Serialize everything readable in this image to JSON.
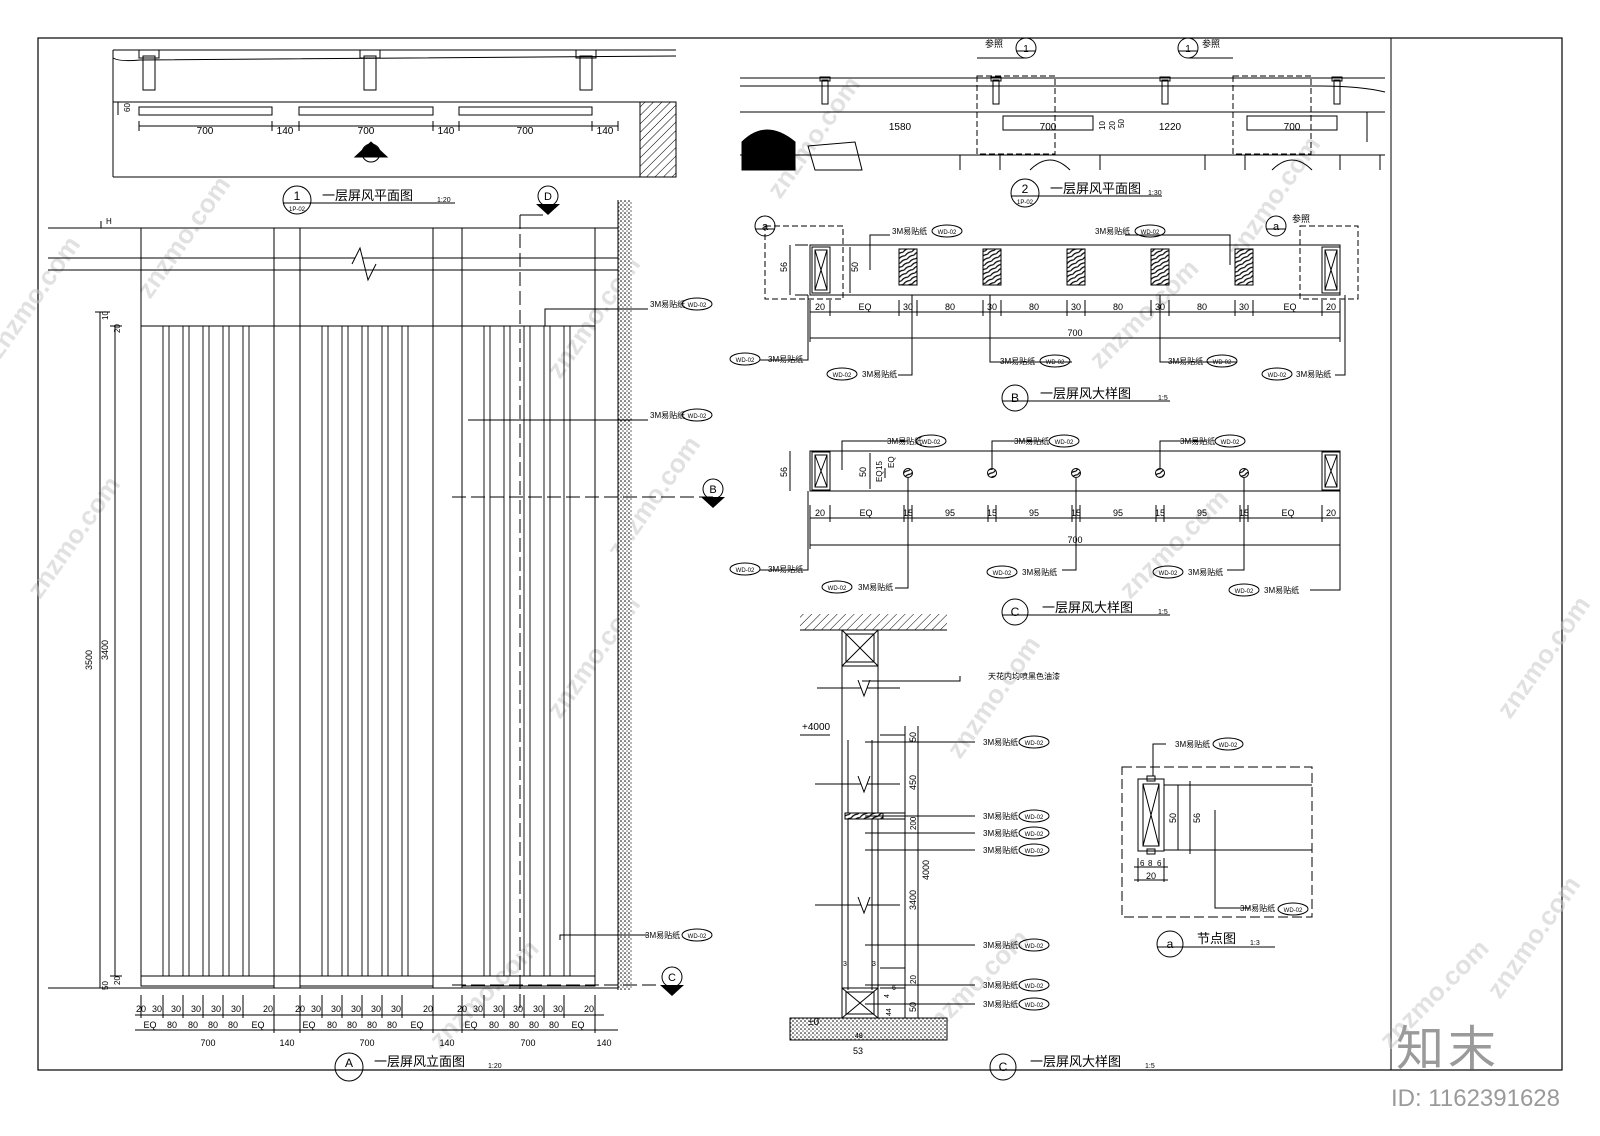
{
  "titles": {
    "plan1": "一层屏风平面图",
    "plan1_num": "1",
    "plan1_ref": "1P-02",
    "plan1_scale": "1:20",
    "plan2": "一层屏风平面图",
    "plan2_num": "2",
    "plan2_ref": "1P-02",
    "plan2_scale": "1:30",
    "elevA": "一层屏风立面图",
    "elevA_tag": "A",
    "elevA_scale": "1:20",
    "detailB": "一层屏风大样图",
    "detailB_tag": "B",
    "detailB_scale": "1:5",
    "detailC1": "一层屏风大样图",
    "detailC1_tag": "C",
    "detailC1_scale": "1:5",
    "detailC2": "一层屏风大样图",
    "detailC2_tag": "C",
    "detailC2_scale": "1:5",
    "node": "节点图",
    "node_tag": "a",
    "node_scale": "1:3"
  },
  "labels": {
    "film": "3M易贴纸",
    "code": "WD-02",
    "ref": "参照",
    "ceiling": "天花内均喷黑色油漆",
    "lvl_top": "+4000",
    "lvl_bot": "±0",
    "h_mark": "H",
    "sec_A": "A",
    "sec_B": "B",
    "sec_C": "C",
    "sec_D": "D",
    "sec_a": "a",
    "one": "1"
  },
  "dims": {
    "plan1": [
      "700",
      "140",
      "700",
      "140",
      "700",
      "140",
      "60"
    ],
    "plan2": [
      "1580",
      "700",
      "1220",
      "700",
      "10",
      "20",
      "50"
    ],
    "detailB_top": [
      "56",
      "50"
    ],
    "detailB": [
      "20",
      "EQ",
      "30",
      "80",
      "30",
      "80",
      "30",
      "80",
      "30",
      "80",
      "30",
      "EQ",
      "20",
      "700"
    ],
    "detailC1_left": [
      "56",
      "50",
      "EQ",
      "15",
      "EQ"
    ],
    "detailC1": [
      "20",
      "EQ",
      "15",
      "95",
      "15",
      "95",
      "15",
      "95",
      "15",
      "95",
      "15",
      "EQ",
      "20",
      "700"
    ],
    "elev_left": [
      "3500",
      "3400",
      "10",
      "20",
      "50",
      "20"
    ],
    "elev_bottom": [
      "20",
      "30",
      "30",
      "30",
      "30",
      "30",
      "20",
      "EQ",
      "80",
      "80",
      "80",
      "80",
      "EQ",
      "700",
      "140"
    ],
    "sect_right": [
      "50",
      "450",
      "200",
      "3400",
      "20",
      "50",
      "4000"
    ],
    "sect_small": [
      "3",
      "3",
      "4",
      "44",
      "6",
      "48",
      "53"
    ],
    "node": [
      "50",
      "56",
      "6",
      "8",
      "6",
      "20"
    ]
  },
  "footer": {
    "logo": "知末",
    "id": "ID: 1162391628"
  },
  "watermark": "znzmo.com",
  "colors": {
    "line": "#000000",
    "watermark": "#c8c8c8"
  }
}
